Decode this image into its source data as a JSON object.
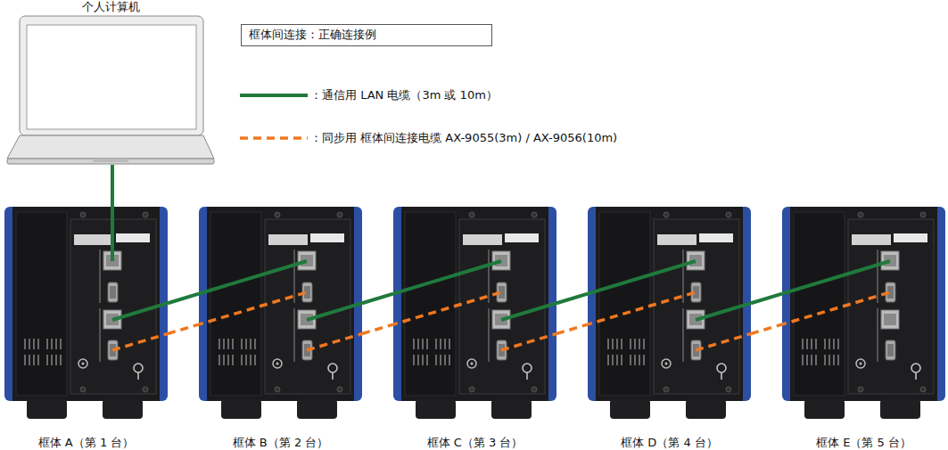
{
  "diagram": {
    "title": "框体间连接：正确连接例",
    "nodes": [
      {
        "text": [
          "个人计算机"
        ]
      },
      {
        "text": [
          "框体 A（第 1 台）"
        ]
      },
      {
        "text": [
          "框体 B（第 2 台）"
        ]
      },
      {
        "text": [
          "框体 C（第 3 台）"
        ]
      },
      {
        "text": [
          "框体 D（第 4 台）"
        ]
      },
      {
        "text": [
          "框体 E（第 5 台）"
        ]
      }
    ],
    "edges": [
      {
        "from": 0,
        "to": 1,
        "arrow": "none"
      },
      {
        "from": 1,
        "to": 2,
        "arrow": "none"
      },
      {
        "from": 1,
        "to": 2,
        "arrow": "none"
      },
      {
        "from": 2,
        "to": 3,
        "arrow": "none"
      },
      {
        "from": 2,
        "to": 3,
        "arrow": "none"
      },
      {
        "from": 3,
        "to": 4,
        "arrow": "none"
      },
      {
        "from": 3,
        "to": 4,
        "arrow": "none"
      },
      {
        "from": 4,
        "to": 5,
        "arrow": "none"
      },
      {
        "from": 4,
        "to": 5,
        "arrow": "none"
      }
    ],
    "legend": [
      {
        "text": "：通信用 LAN 电缆（3m 或 10m）"
      },
      {
        "text": "：同步用 框体间连接电缆 AX-9055(3m) / AX-9056(10m)"
      }
    ]
  }
}
